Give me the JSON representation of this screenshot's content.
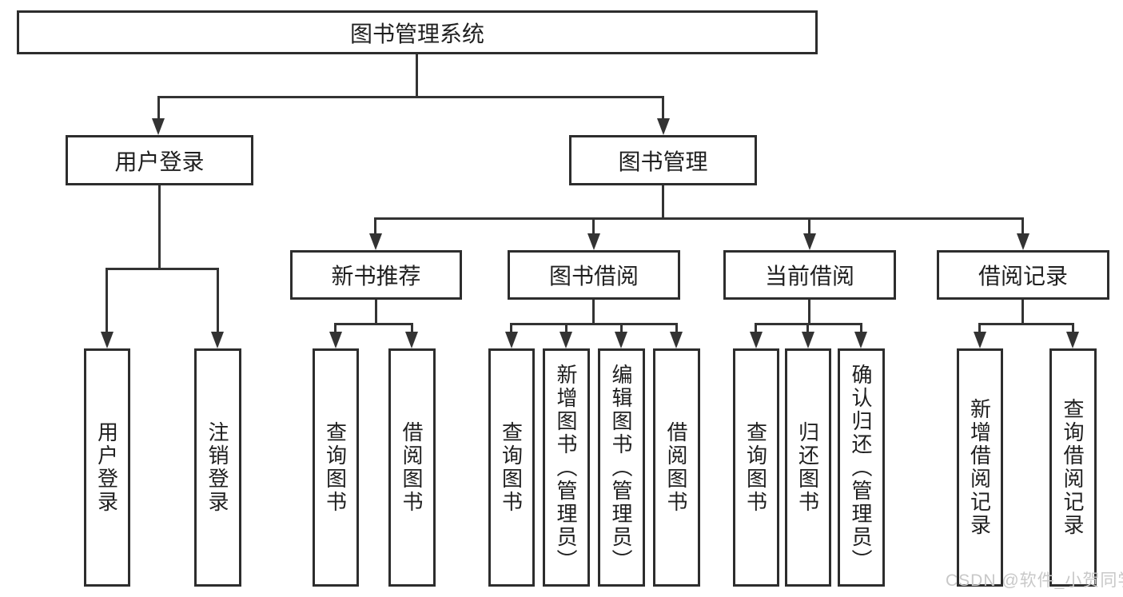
{
  "diagram": {
    "colors": {
      "background": "#ffffff",
      "line": "#333333",
      "border": "#2d2d2d",
      "text": "#1f1f1f",
      "watermark": "#c8c8c8"
    },
    "watermark": "CSDN @软件_小贺同学",
    "tree": {
      "root": {
        "label": "图书管理系统",
        "children": [
          {
            "label": "用户登录",
            "children": [
              {
                "label": "用户登录"
              },
              {
                "label": "注销登录"
              }
            ]
          },
          {
            "label": "图书管理",
            "children": [
              {
                "label": "新书推荐",
                "children": [
                  {
                    "label": "查询图书"
                  },
                  {
                    "label": "借阅图书"
                  }
                ]
              },
              {
                "label": "图书借阅",
                "children": [
                  {
                    "label": "查询图书"
                  },
                  {
                    "label": "新增图书（管理员）"
                  },
                  {
                    "label": "编辑图书（管理员）"
                  },
                  {
                    "label": "借阅图书"
                  }
                ]
              },
              {
                "label": "当前借阅",
                "children": [
                  {
                    "label": "查询图书"
                  },
                  {
                    "label": "归还图书"
                  },
                  {
                    "label": "确认归还（管理员）"
                  }
                ]
              },
              {
                "label": "借阅记录",
                "children": [
                  {
                    "label": "新增借阅记录"
                  },
                  {
                    "label": "查询借阅记录"
                  }
                ]
              }
            ]
          }
        ]
      }
    }
  }
}
